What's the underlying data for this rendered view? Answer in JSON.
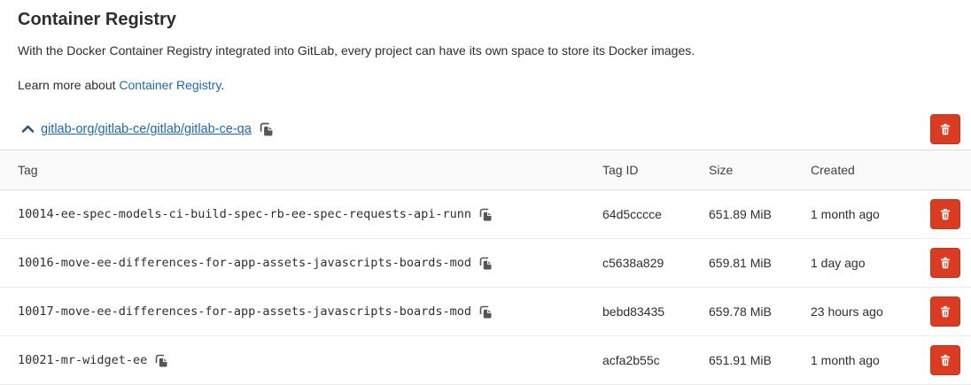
{
  "page": {
    "title": "Container Registry",
    "description": "With the Docker Container Registry integrated into GitLab, every project can have its own space to store its Docker images.",
    "learn_more_prefix": "Learn more about ",
    "learn_more_link": "Container Registry",
    "learn_more_suffix": "."
  },
  "repo": {
    "path": "gitlab-org/gitlab-ce/gitlab/gitlab-ce-qa",
    "chevron_icon": "chevron-up",
    "copy_icon": "copy-to-clipboard",
    "delete_icon": "trash"
  },
  "table": {
    "headers": {
      "tag": "Tag",
      "tag_id": "Tag ID",
      "size": "Size",
      "created": "Created"
    },
    "rows": [
      {
        "tag": "10014-ee-spec-models-ci-build-spec-rb-ee-spec-requests-api-runn",
        "tag_id": "64d5cccce",
        "size": "651.89 MiB",
        "created": "1 month ago"
      },
      {
        "tag": "10016-move-ee-differences-for-app-assets-javascripts-boards-mod",
        "tag_id": "c5638a829",
        "size": "659.81 MiB",
        "created": "1 day ago"
      },
      {
        "tag": "10017-move-ee-differences-for-app-assets-javascripts-boards-mod",
        "tag_id": "bebd83435",
        "size": "659.78 MiB",
        "created": "23 hours ago"
      },
      {
        "tag": "10021-mr-widget-ee",
        "tag_id": "acfa2b55c",
        "size": "651.91 MiB",
        "created": "1 month ago"
      }
    ]
  },
  "colors": {
    "danger": "#db3b21",
    "link": "#1b69b6",
    "text": "#2e2e2e"
  }
}
